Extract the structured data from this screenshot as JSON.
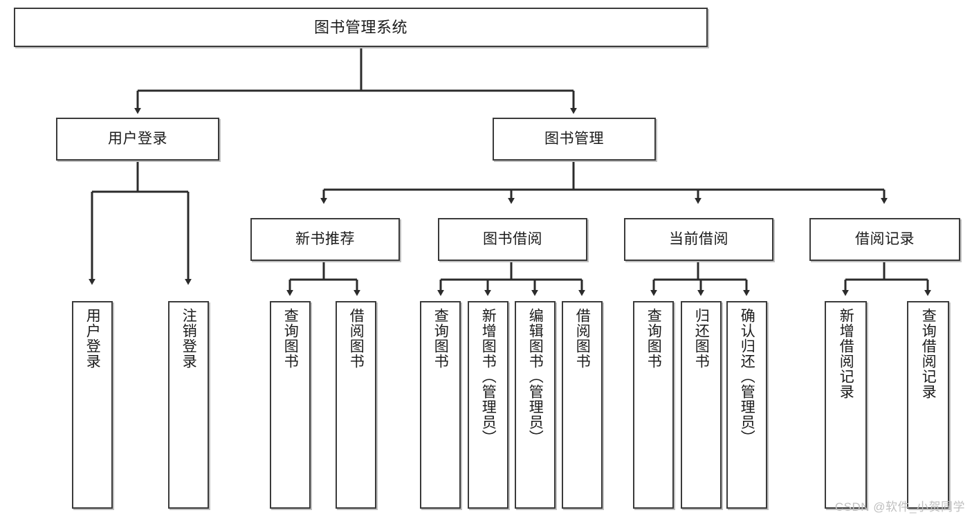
{
  "diagram": {
    "title": "图书管理系统",
    "type": "hierarchy-tree",
    "watermark": "CSDN @软件_小贺同学",
    "colors": {
      "box_border": "#3a3a3a",
      "box_fill": "#ffffff",
      "edge": "#2b2b2b",
      "text": "#1b1b1b",
      "watermark": "#bfbfbf"
    },
    "nodes": {
      "root": {
        "label": "图书管理系统"
      },
      "level1": [
        {
          "label": "用户登录"
        },
        {
          "label": "图书管理"
        }
      ],
      "level2": [
        {
          "label": "新书推荐"
        },
        {
          "label": "图书借阅"
        },
        {
          "label": "当前借阅"
        },
        {
          "label": "借阅记录"
        }
      ],
      "leaves": {
        "user_login": [
          {
            "label": "用户登录"
          },
          {
            "label": "注销登录"
          }
        ],
        "new_book_recommend": [
          {
            "label": "查询图书"
          },
          {
            "label": "借阅图书"
          }
        ],
        "book_borrow": [
          {
            "label": "查询图书"
          },
          {
            "label": "新增图书（管理员）"
          },
          {
            "label": "编辑图书（管理员）"
          },
          {
            "label": "借阅图书"
          }
        ],
        "current_borrow": [
          {
            "label": "查询图书"
          },
          {
            "label": "归还图书"
          },
          {
            "label": "确认归还（管理员）"
          }
        ],
        "borrow_record": [
          {
            "label": "新增借阅记录"
          },
          {
            "label": "查询借阅记录"
          }
        ]
      }
    }
  }
}
